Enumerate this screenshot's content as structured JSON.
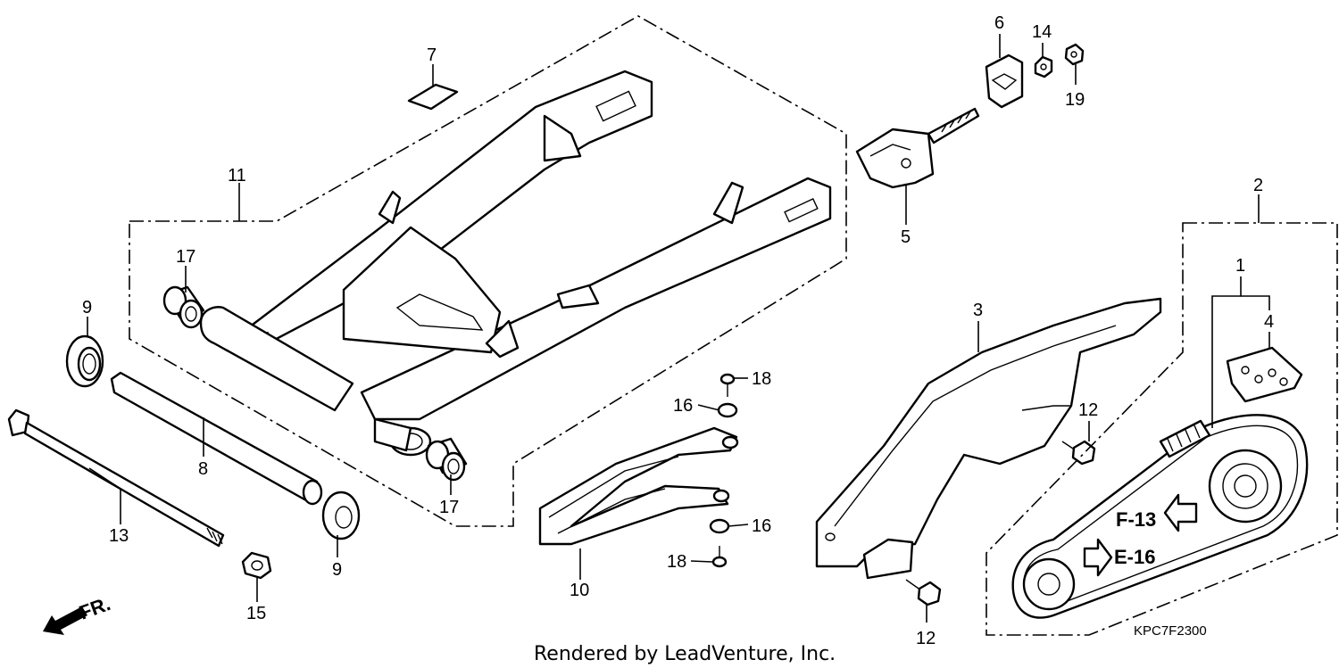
{
  "callouts": {
    "c1": "1",
    "c2": "2",
    "c3": "3",
    "c4": "4",
    "c5": "5",
    "c6": "6",
    "c7": "7",
    "c8": "8",
    "c9a": "9",
    "c9b": "9",
    "c10": "10",
    "c11": "11",
    "c12a": "12",
    "c12b": "12",
    "c13": "13",
    "c14": "14",
    "c15": "15",
    "c16a": "16",
    "c16b": "16",
    "c17a": "17",
    "c17b": "17",
    "c18a": "18",
    "c18b": "18",
    "c19": "19"
  },
  "references": {
    "f13": "F-13",
    "e16": "E-16"
  },
  "front_marker": "FR.",
  "diagram_code": "KPC7F2300",
  "credit": "Rendered by LeadVenture, Inc."
}
